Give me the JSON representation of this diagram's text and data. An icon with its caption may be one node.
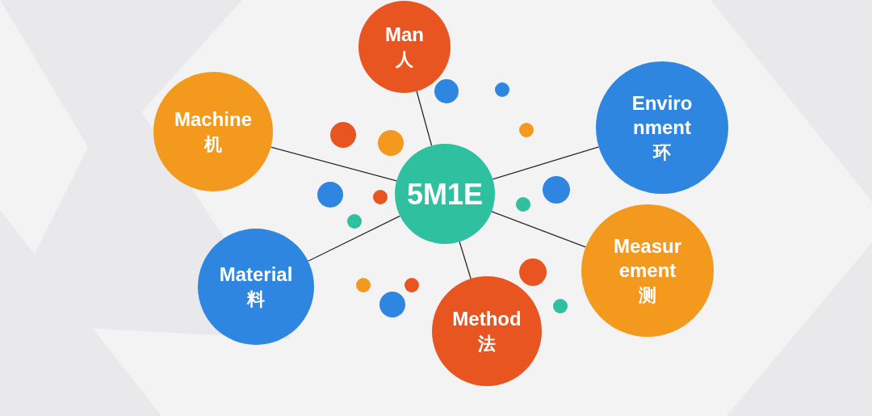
{
  "diagram": {
    "nodes": [
      {
        "text": [
          "Man",
          "人"
        ]
      },
      {
        "text": [
          "Machine",
          "机"
        ]
      },
      {
        "text": [
          "Enviro nment",
          "环"
        ]
      },
      {
        "text": [
          "5M1E"
        ]
      },
      {
        "text": [
          "Material",
          "料"
        ]
      },
      {
        "text": [
          "Measur ement",
          "测"
        ]
      },
      {
        "text": [
          "Method",
          "法"
        ]
      }
    ],
    "edges": [
      {
        "from": 3,
        "to": 0,
        "arrow": "none"
      },
      {
        "from": 3,
        "to": 1,
        "arrow": "none"
      },
      {
        "from": 3,
        "to": 2,
        "arrow": "none"
      },
      {
        "from": 3,
        "to": 4,
        "arrow": "none"
      },
      {
        "from": 3,
        "to": 5,
        "arrow": "none"
      },
      {
        "from": 3,
        "to": 6,
        "arrow": "none"
      }
    ]
  }
}
